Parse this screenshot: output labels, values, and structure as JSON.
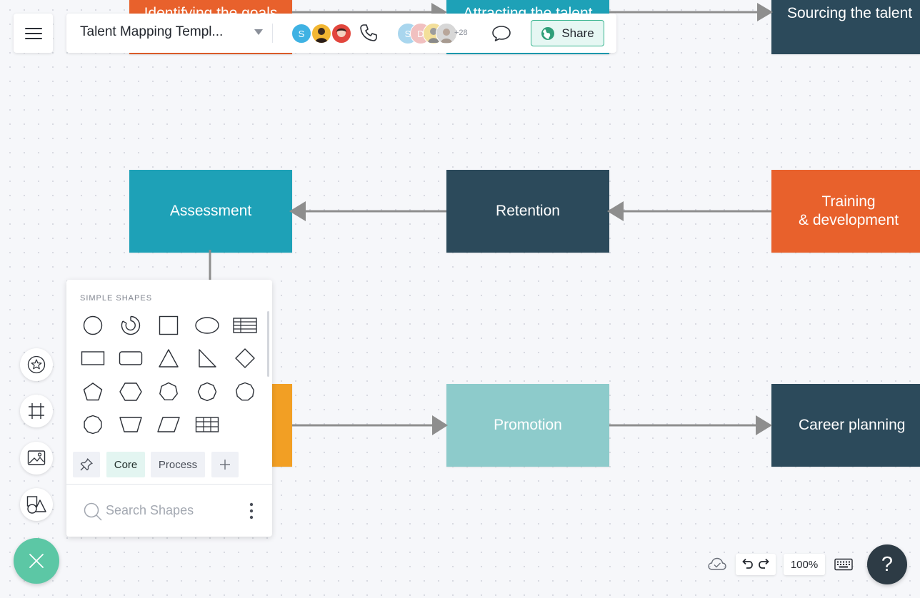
{
  "toolbar": {
    "document_title": "Talent Mapping Templ...",
    "share_label": "Share",
    "avatars": [
      "S",
      "S",
      "D"
    ],
    "more_collaborators": "+28"
  },
  "diagram": {
    "nodes": [
      {
        "id": "identifying",
        "label": "Identifying the goals",
        "color": "#e8612c"
      },
      {
        "id": "attracting",
        "label": "Attracting the talent",
        "color": "#1ea1b7"
      },
      {
        "id": "sourcing",
        "label": "Sourcing the talent",
        "color": "#2c4a5b"
      },
      {
        "id": "assessment",
        "label": "Assessment",
        "color": "#1ea1b7"
      },
      {
        "id": "retention",
        "label": "Retention",
        "color": "#2c4a5b"
      },
      {
        "id": "training",
        "label": "Training\n& development",
        "color": "#e8612c"
      },
      {
        "id": "orange",
        "label": "",
        "color": "#f29f24"
      },
      {
        "id": "promotion",
        "label": "Promotion",
        "color": "#8dcbcb"
      },
      {
        "id": "career",
        "label": "Career planning",
        "color": "#2c4a5b"
      }
    ]
  },
  "shapes_panel": {
    "heading": "SIMPLE SHAPES",
    "tabs": {
      "core": "Core",
      "process": "Process"
    },
    "search_placeholder": "Search Shapes"
  },
  "footer": {
    "zoom": "100%",
    "help": "?"
  },
  "colors": {
    "accent": "#5cc7a5",
    "share_border": "#38b48f",
    "connector": "#8e8e8e"
  }
}
